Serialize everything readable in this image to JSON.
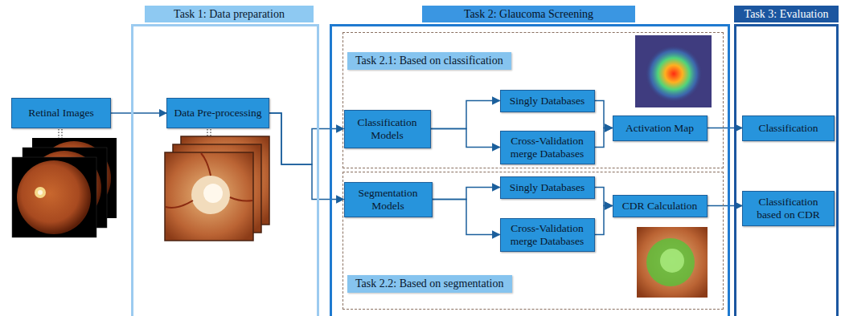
{
  "diagram": {
    "nodes": [
      {
        "text": [
          "Retinal Images"
        ]
      },
      {
        "text": [
          "Task 1: Data preparation"
        ]
      },
      {
        "text": [
          "Data Pre-processing"
        ],
        "in": 1
      },
      {
        "text": [
          "Task 2: Glaucoma Screening"
        ]
      },
      {
        "text": [
          "Task 2.1: Based on classification"
        ],
        "in": 3
      },
      {
        "text": [
          "Classification Models"
        ],
        "in": 4
      },
      {
        "text": [
          "Singly Databases"
        ],
        "in": 4
      },
      {
        "text": [
          "Cross-Validation merge Databases"
        ],
        "in": 4
      },
      {
        "text": [
          "Activation Map"
        ],
        "in": 4
      },
      {
        "text": [
          "Task 2.2: Based on segmentation"
        ],
        "in": 3
      },
      {
        "text": [
          "Segmentation Models"
        ],
        "in": 9
      },
      {
        "text": [
          "Singly Databases"
        ],
        "in": 9
      },
      {
        "text": [
          "Cross-Validation merge Databases"
        ],
        "in": 9
      },
      {
        "text": [
          "CDR Calculation"
        ],
        "in": 9
      },
      {
        "text": [
          "Task 3: Evaluation"
        ]
      },
      {
        "text": [
          "Classification"
        ],
        "in": 14
      },
      {
        "text": [
          "Classification based on CDR"
        ],
        "in": 14
      }
    ],
    "edges": [
      {
        "from": 0,
        "to": 2,
        "arrow": "to"
      },
      {
        "from": 2,
        "to": 5,
        "arrow": "to"
      },
      {
        "from": 2,
        "to": 10,
        "arrow": "to"
      },
      {
        "from": 5,
        "to": 6,
        "arrow": "to"
      },
      {
        "from": 5,
        "to": 7,
        "arrow": "to"
      },
      {
        "from": 6,
        "to": 8,
        "arrow": "to"
      },
      {
        "from": 7,
        "to": 8,
        "arrow": "to"
      },
      {
        "from": 8,
        "to": 15,
        "arrow": "to"
      },
      {
        "from": 10,
        "to": 11,
        "arrow": "to"
      },
      {
        "from": 10,
        "to": 12,
        "arrow": "to"
      },
      {
        "from": 11,
        "to": 13,
        "arrow": "to"
      },
      {
        "from": 12,
        "to": 13,
        "arrow": "to"
      },
      {
        "from": 13,
        "to": 16,
        "arrow": "to"
      }
    ]
  }
}
